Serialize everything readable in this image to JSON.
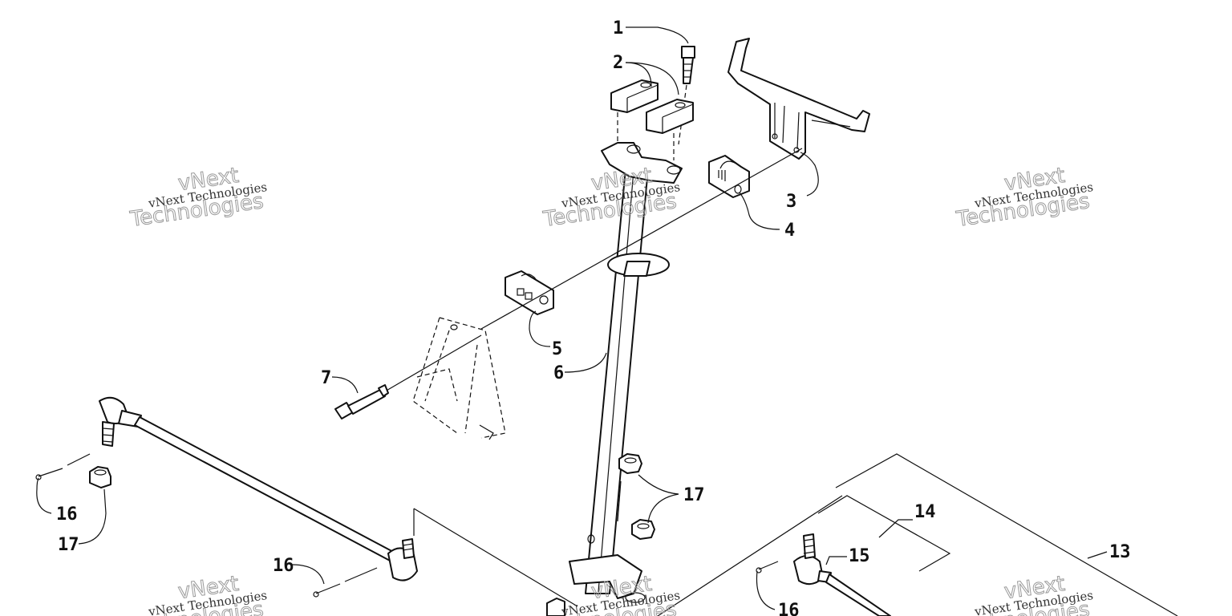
{
  "callouts": {
    "c1": "1",
    "c2": "2",
    "c3": "3",
    "c4": "4",
    "c5": "5",
    "c6": "6",
    "c7": "7",
    "c13": "13",
    "c14": "14",
    "c15": "15",
    "c16a": "16",
    "c16b": "16",
    "c16c": "16",
    "c17a": "17",
    "c17b": "17"
  },
  "watermarks": [
    {
      "small": "vNext Technologies",
      "large_top": "vNext",
      "large_bottom": "Technologies"
    },
    {
      "small": "vNext Technologies",
      "large_top": "vNext",
      "large_bottom": "Technologies"
    },
    {
      "small": "vNext Technologies",
      "large_top": "vNext",
      "large_bottom": "Technologies"
    },
    {
      "small": "vNext Technologies",
      "large_top": "vNext",
      "large_bottom": "Technologies"
    },
    {
      "small": "vNext Technologies",
      "large_top": "vNext",
      "large_bottom": "Technologies"
    },
    {
      "small": "vNext Technologies",
      "large_top": "vNext",
      "large_bottom": "Technologies"
    }
  ]
}
